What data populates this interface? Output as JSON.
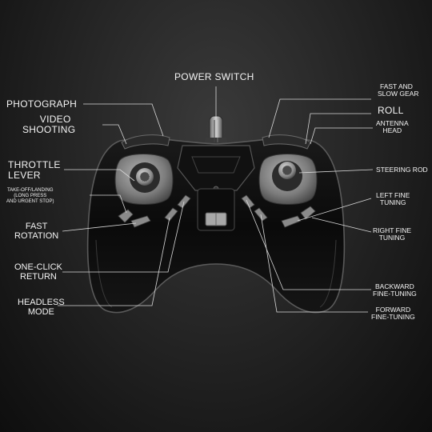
{
  "labels": {
    "power_switch": "POWER SWITCH",
    "photograph": "PHOTOGRAPH",
    "video_shooting": [
      "VIDEO",
      "SHOOTING"
    ],
    "throttle_lever": [
      "THROTTLE",
      "LEVER"
    ],
    "takeoff_landing": [
      "TAKE-OFF/LANDING",
      "(LONG PRESS",
      "AND URGENT STOP)"
    ],
    "fast_rotation": [
      "FAST",
      "ROTATION"
    ],
    "one_click_return": [
      "ONE-CLICK",
      "RETURN"
    ],
    "headless_mode": [
      "HEADLESS",
      "MODE"
    ],
    "fast_slow_gear": [
      "FAST AND",
      "SLOW GEAR"
    ],
    "roll": "ROLL",
    "antenna_head": [
      "ANTENNA",
      "HEAD"
    ],
    "steering_rod": "STEERING ROD",
    "left_fine_tuning": [
      "LEFT FINE",
      "TUNING"
    ],
    "right_fine_tuning": [
      "RIGHT FINE",
      "TUNING"
    ],
    "backward_fine_tuning": [
      "BACKWARD",
      "FINE-TUNING"
    ],
    "forward_fine_tuning": [
      "FORWARD",
      "FINE-TUNING"
    ]
  },
  "colors": {
    "background": "#1e1e1e",
    "controller_body": "#0b0b0b",
    "controller_edge": "#5a5a5a",
    "stick_gimbal": "#8a8a8a",
    "label_text": "#f4f4f4",
    "leader_line": "#d8d8d8"
  }
}
